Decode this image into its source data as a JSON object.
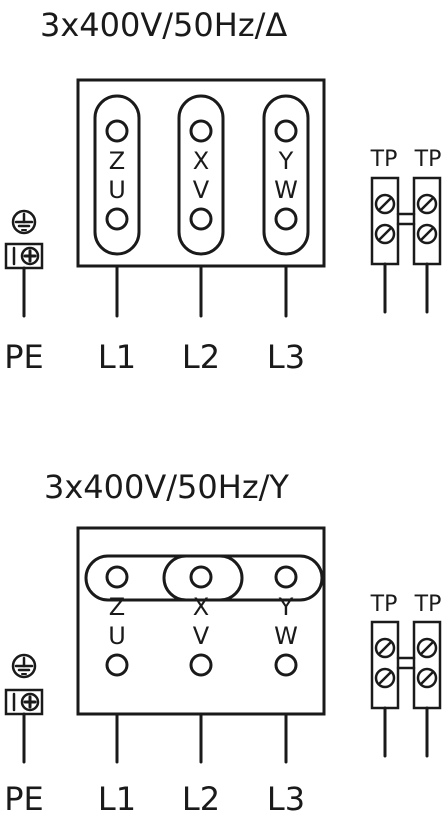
{
  "delta_diagram": {
    "title": "3x400V/50Hz/Δ",
    "terminals_top": [
      "Z",
      "X",
      "Y"
    ],
    "terminals_bottom": [
      "U",
      "V",
      "W"
    ],
    "lines": [
      "L1",
      "L2",
      "L3"
    ],
    "ground_label": "PE",
    "thermal_labels": [
      "TP",
      "TP"
    ]
  },
  "star_diagram": {
    "title": "3x400V/50Hz/Y",
    "terminals_top": [
      "Z",
      "X",
      "Y"
    ],
    "terminals_bottom": [
      "U",
      "V",
      "W"
    ],
    "lines": [
      "L1",
      "L2",
      "L3"
    ],
    "ground_label": "PE",
    "thermal_labels": [
      "TP",
      "TP"
    ]
  }
}
